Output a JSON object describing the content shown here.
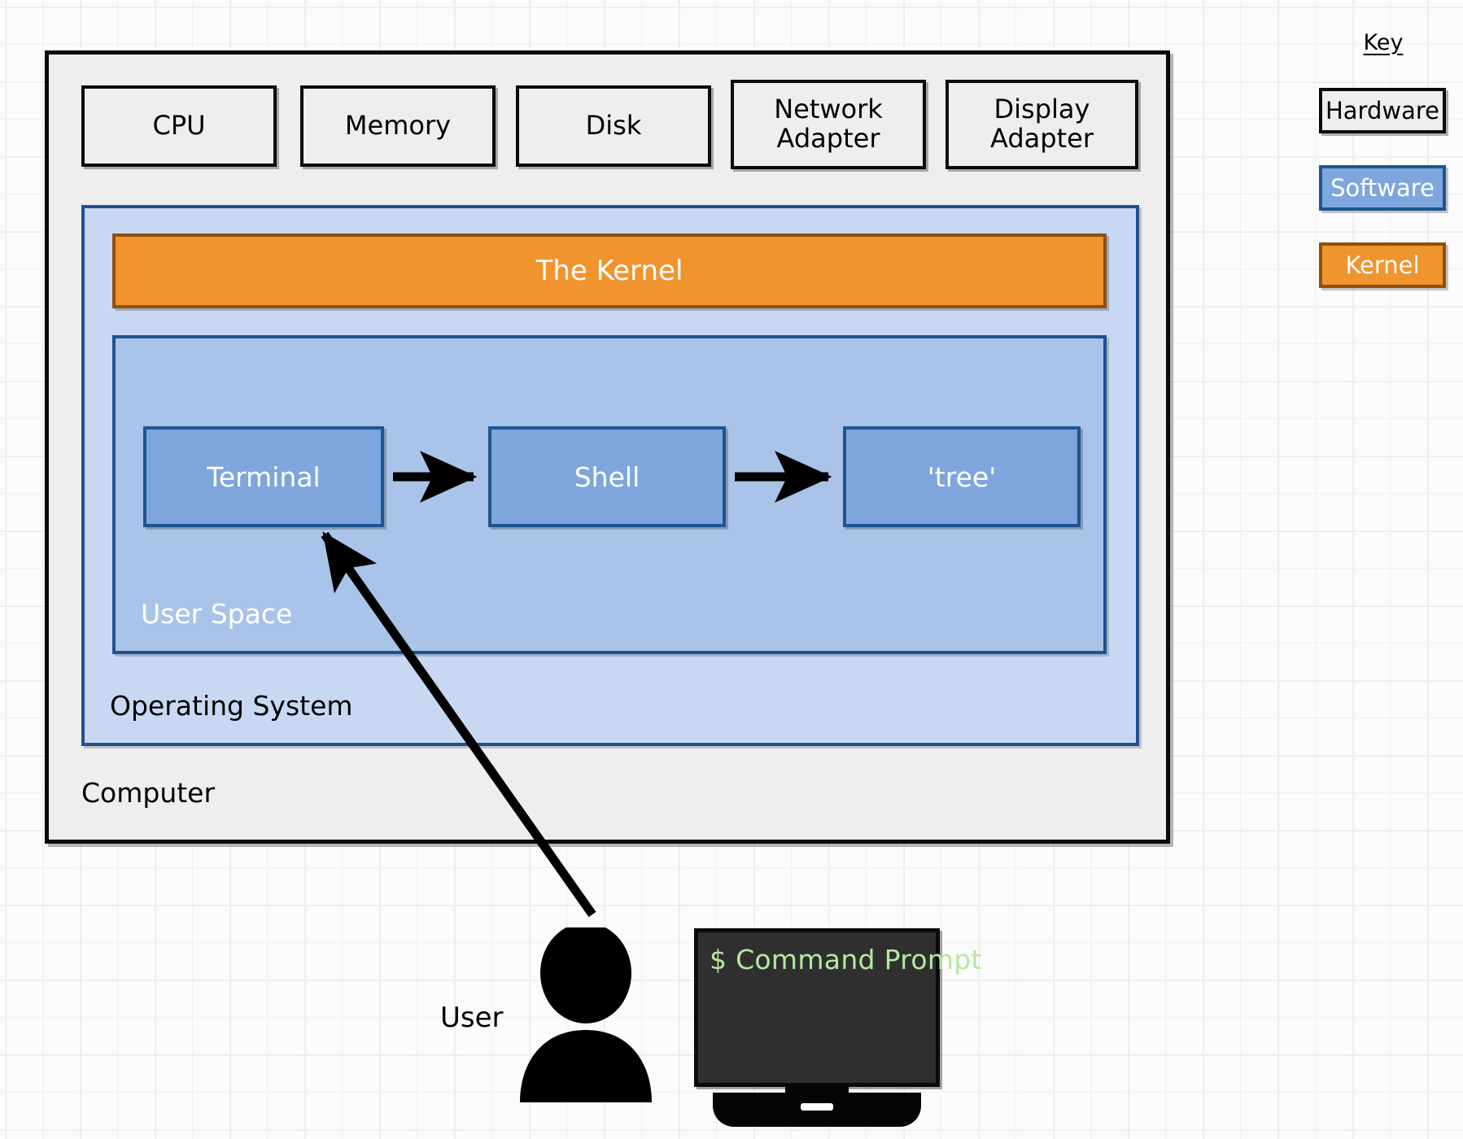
{
  "diagram": {
    "title_computer": "Computer",
    "title_os": "Operating System",
    "title_userspace": "User Space",
    "kernel_label": "The Kernel"
  },
  "hardware": {
    "items": [
      {
        "label": "CPU"
      },
      {
        "label": "Memory"
      },
      {
        "label": "Disk"
      },
      {
        "label": "Network\nAdapter",
        "line1": "Network",
        "line2": "Adapter"
      },
      {
        "label": "Display\nAdapter",
        "line1": "Display",
        "line2": "Adapter"
      }
    ]
  },
  "userspace_processes": [
    {
      "label": "Terminal"
    },
    {
      "label": "Shell"
    },
    {
      "label": "'tree'"
    }
  ],
  "flow_arrows": [
    {
      "from": "Terminal",
      "to": "Shell"
    },
    {
      "from": "Shell",
      "to": "'tree'"
    },
    {
      "from": "User",
      "to": "Terminal"
    }
  ],
  "actor": {
    "user_label": "User"
  },
  "monitor": {
    "prompt_text": "$ Command Prompt"
  },
  "key": {
    "title": "Key",
    "entries": [
      {
        "label": "Hardware",
        "type": "hardware"
      },
      {
        "label": "Software",
        "type": "software"
      },
      {
        "label": "Kernel",
        "type": "kernel"
      }
    ]
  },
  "colors": {
    "hardware_fill": "#eeeeee",
    "hardware_stroke": "#0a0a0a",
    "os_fill": "#c9d8f2",
    "userspace_fill": "#a9c4e8",
    "software_fill": "#7ea6dc",
    "software_stroke": "#20548f",
    "kernel_fill": "#f0942f",
    "kernel_stroke": "#91500a",
    "prompt_green": "#b6e8a0",
    "screen_dark": "#2f2f2f"
  }
}
